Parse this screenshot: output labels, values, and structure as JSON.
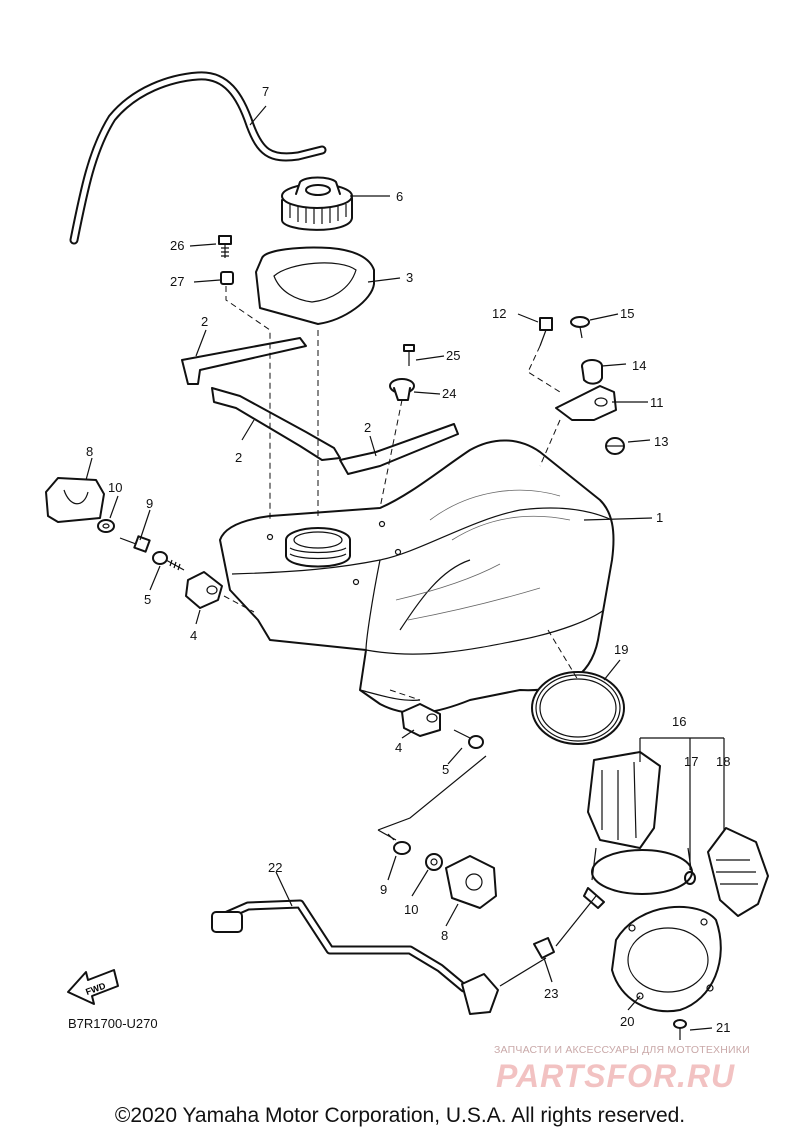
{
  "callouts": {
    "c1": "1",
    "c2a": "2",
    "c2b": "2",
    "c2c": "2",
    "c3": "3",
    "c4a": "4",
    "c4b": "4",
    "c5a": "5",
    "c5b": "5",
    "c6": "6",
    "c7": "7",
    "c8a": "8",
    "c8b": "8",
    "c9a": "9",
    "c9b": "9",
    "c10a": "10",
    "c10b": "10",
    "c11": "11",
    "c12": "12",
    "c13": "13",
    "c14": "14",
    "c15": "15",
    "c16": "16",
    "c17": "17",
    "c18": "18",
    "c19": "19",
    "c20": "20",
    "c21": "21",
    "c22": "22",
    "c23": "23",
    "c24": "24",
    "c25": "25",
    "c26": "26",
    "c27": "27"
  },
  "fwd_label": "FWD",
  "diagram_code": "B7R1700-U270",
  "watermark": {
    "tagline": "ЗАПЧАСТИ И АКСЕССУАРЫ ДЛЯ МОТОТЕХНИКИ",
    "logo": "PARTSFOR.RU"
  },
  "copyright": "©2020 Yamaha Motor Corporation, U.S.A. All rights reserved."
}
